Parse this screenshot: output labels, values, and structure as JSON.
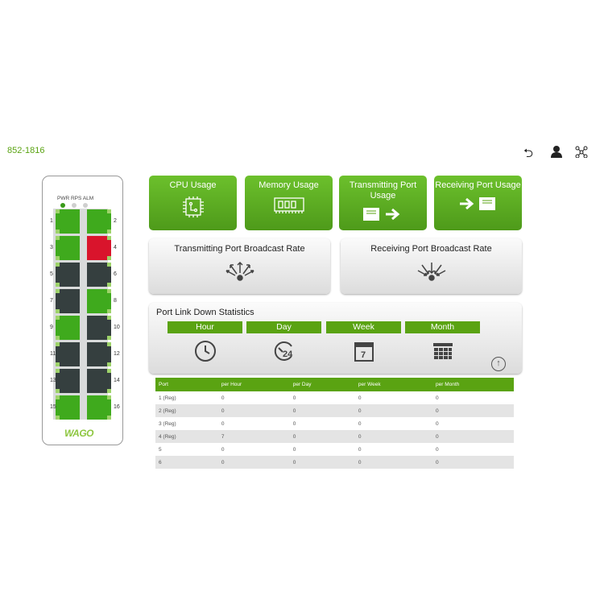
{
  "header": {
    "model": "852-1816",
    "icons": [
      "logout-icon",
      "user-icon",
      "network-topology-icon"
    ]
  },
  "device": {
    "led_labels": "PWR RPS ALM",
    "leds": {
      "PWR": "#3a9a1a",
      "RPS": "#cfcfcf",
      "ALM": "#cfcfcf"
    },
    "logo": "WAGO",
    "ports": [
      {
        "n": "1",
        "s": "up"
      },
      {
        "n": "2",
        "s": "up"
      },
      {
        "n": "3",
        "s": "up"
      },
      {
        "n": "4",
        "s": "error"
      },
      {
        "n": "5",
        "s": "down"
      },
      {
        "n": "6",
        "s": "down"
      },
      {
        "n": "7",
        "s": "down"
      },
      {
        "n": "8",
        "s": "up"
      },
      {
        "n": "9",
        "s": "up"
      },
      {
        "n": "10",
        "s": "down"
      },
      {
        "n": "11",
        "s": "down"
      },
      {
        "n": "12",
        "s": "down"
      },
      {
        "n": "13",
        "s": "down"
      },
      {
        "n": "14",
        "s": "down"
      },
      {
        "n": "15",
        "s": "up"
      },
      {
        "n": "16",
        "s": "up"
      }
    ],
    "colors": {
      "up": "#3faa1d",
      "error": "#d9142c",
      "down": "#353f3f"
    }
  },
  "cards": [
    {
      "label": "CPU Usage",
      "icon": "cpu-icon"
    },
    {
      "label": "Memory Usage",
      "icon": "memory-icon"
    },
    {
      "label": "Transmitting Port Usage",
      "icon": "port-tx-icon"
    },
    {
      "label": "Receiving Port Usage",
      "icon": "port-rx-icon"
    }
  ],
  "broadcast": [
    {
      "label": "Transmitting Port Broadcast Rate"
    },
    {
      "label": "Receiving Port Broadcast Rate"
    }
  ],
  "stats": {
    "title": "Port Link Down Statistics",
    "periods": [
      "Hour",
      "Day",
      "Week",
      "Month"
    ],
    "day_icon_text": "24",
    "week_icon_text": "7"
  },
  "table": {
    "headers": [
      "Port",
      "per Hour",
      "per Day",
      "per Week",
      "per Month"
    ],
    "rows": [
      [
        "1 (Reg)",
        "0",
        "0",
        "0",
        "0"
      ],
      [
        "2 (Reg)",
        "0",
        "0",
        "0",
        "0"
      ],
      [
        "3 (Reg)",
        "0",
        "0",
        "0",
        "0"
      ],
      [
        "4 (Reg)",
        "7",
        "0",
        "0",
        "0"
      ],
      [
        "5",
        "0",
        "0",
        "0",
        "0"
      ],
      [
        "6",
        "0",
        "0",
        "0",
        "0"
      ]
    ]
  }
}
